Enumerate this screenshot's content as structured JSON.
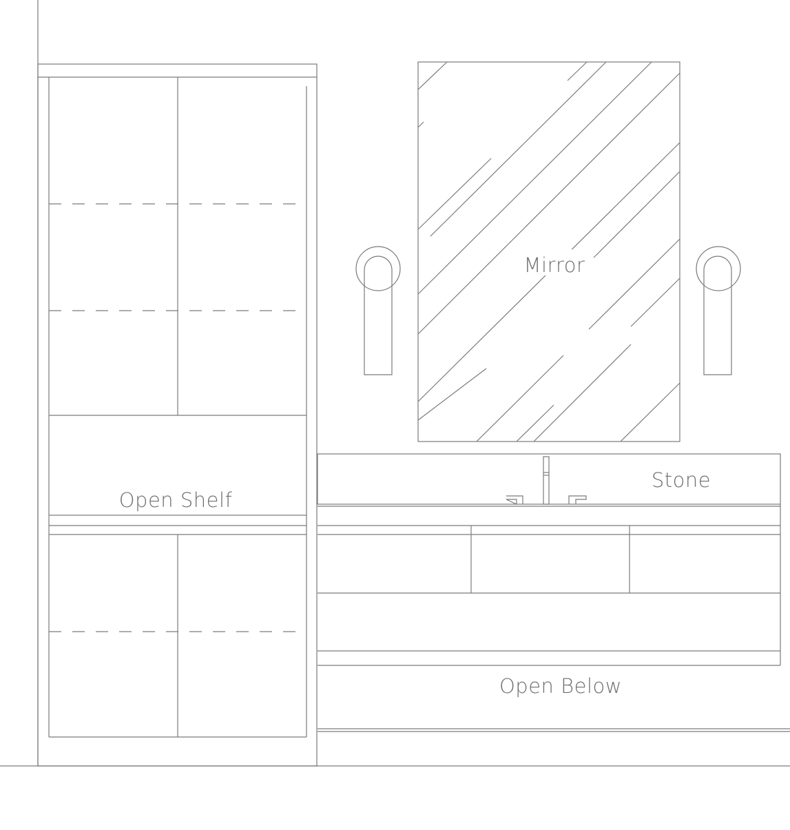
{
  "labels": {
    "mirror": "Mirror",
    "stone": "Stone",
    "open_shelf": "Open Shelf",
    "open_below": "Open Below"
  },
  "colors": {
    "line": "#7a7a7a",
    "text": "#6e6e6e",
    "background": "#ffffff"
  }
}
